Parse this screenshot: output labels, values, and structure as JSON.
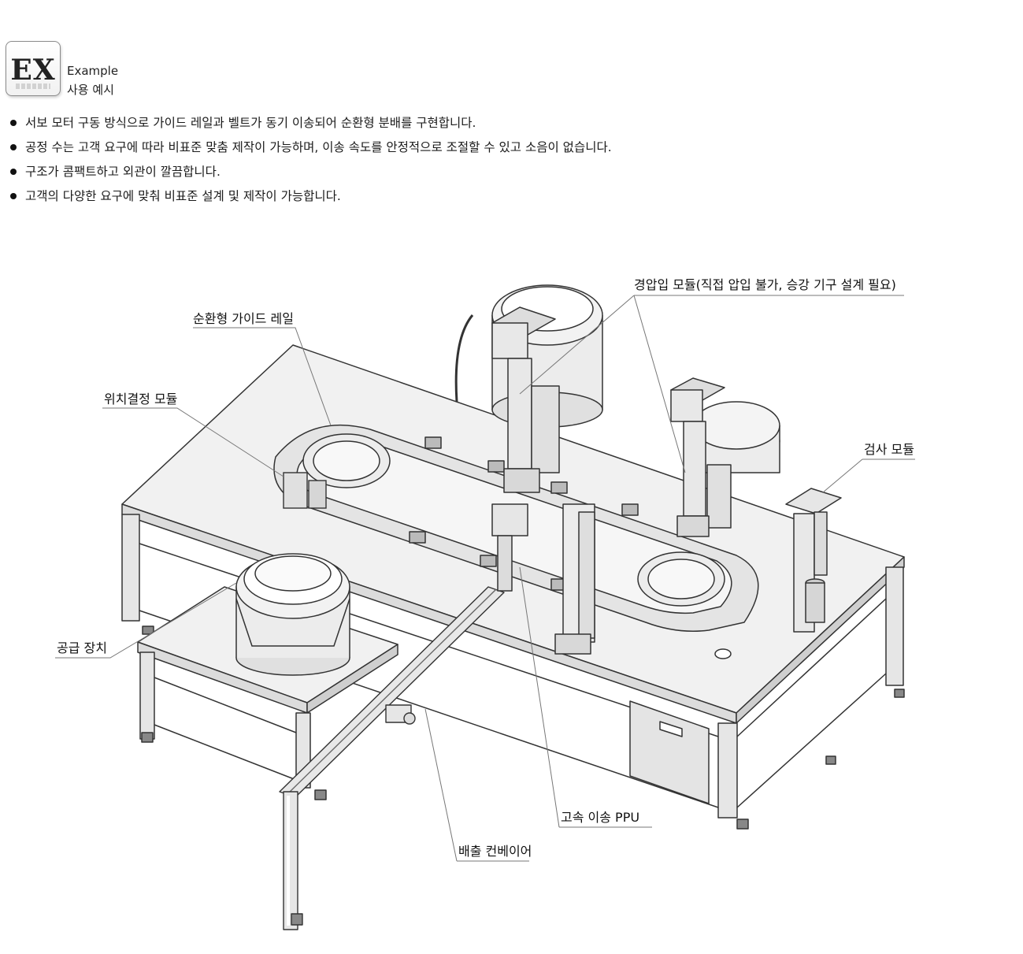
{
  "header": {
    "badge_text": "EX",
    "title_en": "Example",
    "title_ko": "사용 예시"
  },
  "bullets": [
    "서보 모터 구동 방식으로 가이드 레일과 벨트가 동기 이송되어 순환형 분배를 구현합니다.",
    "공정 수는 고객 요구에 따라 비표준 맞춤 제작이 가능하며, 이송 속도를 안정적으로 조절할 수 있고 소음이 없습니다.",
    "구조가 콤팩트하고 외관이 깔끔합니다.",
    "고객의 다양한 요구에 맞춰 비표준 설계 및 제작이 가능합니다."
  ],
  "callouts": {
    "guide_rail": "순환형 가이드 레일",
    "press_module": "경압입 모듈(직접 압입 불가, 승강 기구 설계 필요)",
    "positioning": "위치결정 모듈",
    "inspection": "검사 모듈",
    "feeder": "공급 장치",
    "ppu": "고속 이송 PPU",
    "conveyor": "배출 컨베이어"
  },
  "colors": {
    "line": "#333333",
    "panel": "#ededed",
    "panel_dark": "#cfcfcf",
    "leader": "#777777"
  }
}
